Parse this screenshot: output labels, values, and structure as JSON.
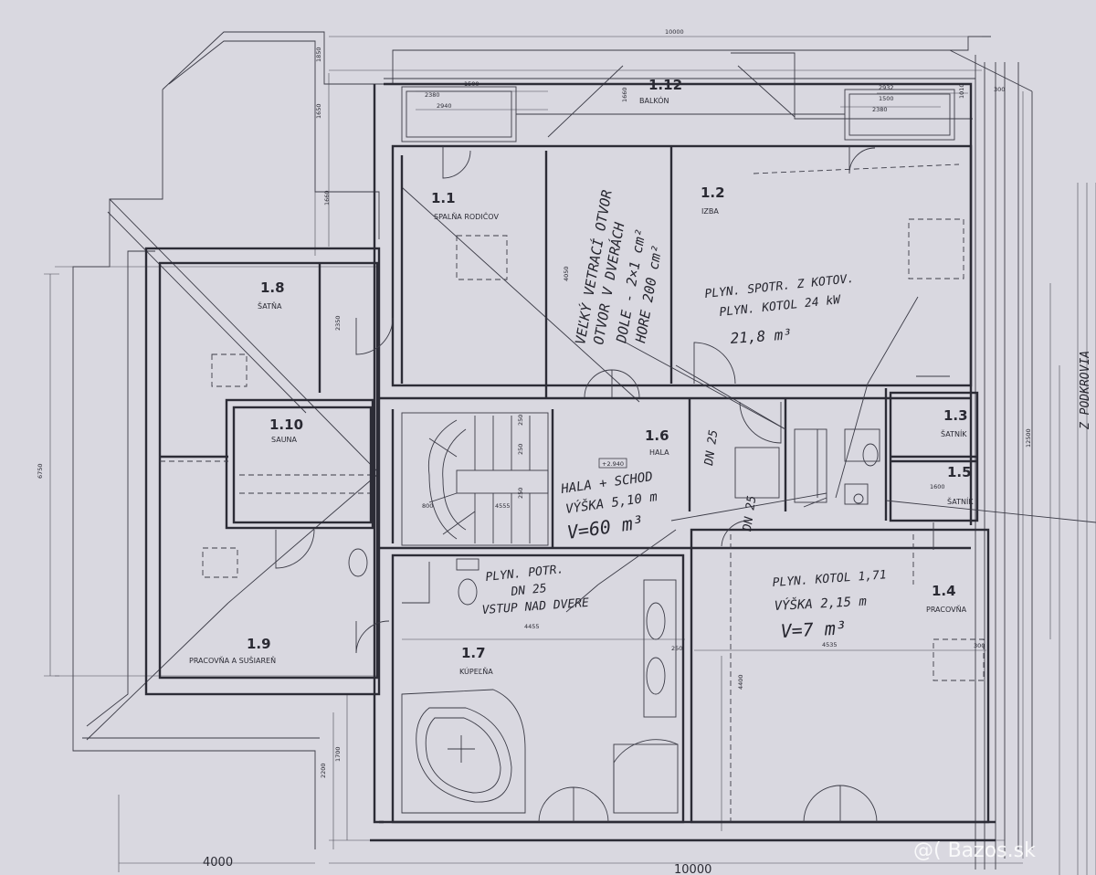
{
  "rooms": [
    {
      "id": "1.1",
      "name": "SPALŇA RODIČOV"
    },
    {
      "id": "1.2",
      "name": "IZBA"
    },
    {
      "id": "1.3",
      "name": "ŠATNÍK"
    },
    {
      "id": "1.4",
      "name": "PRACOVŇA"
    },
    {
      "id": "1.5",
      "name": "ŠATNÍK"
    },
    {
      "id": "1.6",
      "name": "HALA"
    },
    {
      "id": "1.7",
      "name": "KÚPEĽŇA"
    },
    {
      "id": "1.8",
      "name": "ŠATŇA"
    },
    {
      "id": "1.9",
      "name": "PRACOVŇA A SUŠIAREŇ"
    },
    {
      "id": "1.10",
      "name": "SAUNA"
    },
    {
      "id": "1.12",
      "name": "BALKÓN"
    }
  ],
  "dimensions": {
    "top_total": "10000",
    "bottom_total": "10000",
    "bottom_left": "4000",
    "left_height": "6750",
    "right_height": "12500",
    "bath_width": "4455",
    "office_width": "4535",
    "office_height": "4400",
    "room11_height": "4050",
    "room8_height": "2350",
    "stair_width": "4555",
    "balcony_depth": "1660",
    "left_top": "1850",
    "left_mid": "1650",
    "bottom_a": "2200",
    "bottom_b": "1700",
    "window_2940": "2940",
    "window_2380_left": "2380",
    "window_1500_left": "1500",
    "window_2932": "2932",
    "window_1500_right": "1500",
    "window_2380_right": "2380",
    "dim_300_top": "300",
    "dim_1010": "1010",
    "dim_300_office": "300",
    "dim_250_bath": "250",
    "dim_250_a": "250",
    "dim_250_b": "250",
    "dim_250_c": "250",
    "dim_1600": "1600",
    "dim_800": "800",
    "dim_1660_balcony": "1660",
    "hall_level": "+2.940"
  },
  "annotations": {
    "vent_1": "VEĽKÝ VETRACÍ OTVOR",
    "vent_2": "OTVOR V DVERÁCH",
    "vent_3": "DOLE - 2×1 cm²",
    "vent_4": "HORE 200 cm²",
    "izba_1": "PLYN. SPOTR. Z KOTOV.",
    "izba_2": "PLYN. KOTOL 24 kW",
    "izba_3": "21,8 m³",
    "hall_1": "HALA + SCHOD",
    "hall_2": "VÝŠKA 5,10 m",
    "hall_3": "V=60 m³",
    "pipe_1": "DN 25",
    "pipe_2": "DN 25",
    "bath_1": "PLYN. POTR.",
    "bath_2": "DN 25",
    "bath_3": "VSTUP NAD DVERE",
    "office_1": "PLYN. KOTOL 1,71",
    "office_2": "VÝŠKA 2,15 m",
    "office_3": "V=7 m³",
    "side": "Z PODKROVIA"
  },
  "watermark": "@( Bazos.sk"
}
